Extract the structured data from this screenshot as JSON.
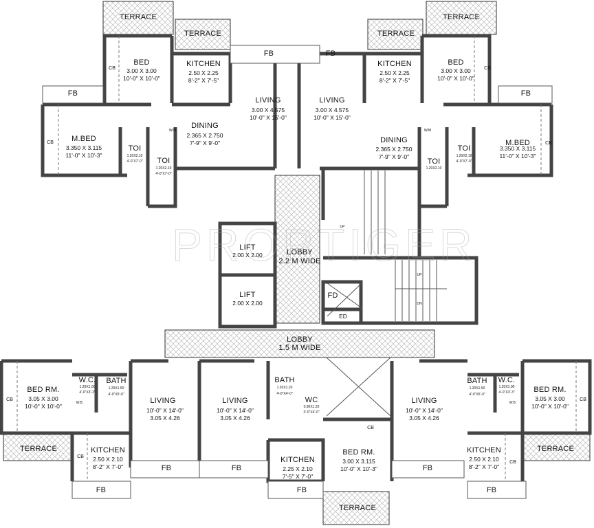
{
  "watermark": "PROPTIGER",
  "top_left_unit": {
    "terrace_1": "TERRACE",
    "terrace_2": "TERRACE",
    "fb_top": "FB",
    "fb_left": "FB",
    "bed": {
      "name": "BED",
      "metric": "3.00 X 3.00",
      "imperial": "10'-0\" X 10'-0\"",
      "cb": "CB"
    },
    "kitchen": {
      "name": "KITCHEN",
      "metric": "2.50 X 2.25",
      "imperial": "8'-2\" X 7'-5\""
    },
    "living": {
      "name": "LIVING",
      "metric": "3.00 X 4.575",
      "imperial": "10'-0\" X 15'-0\""
    },
    "dining": {
      "name": "DINING",
      "metric": "2.365 X 2.750",
      "imperial": "7'-9\" X 9'-0\""
    },
    "mbed": {
      "name": "M.BED",
      "metric": "3.350 X 3.115",
      "imperial": "11'-0\" X 10'-3\"",
      "cb": "CB"
    },
    "toi_1": {
      "name": "TOI",
      "metric": "1.20X2.10",
      "imperial": "4'-0\"X7'-0\""
    },
    "toi_2": {
      "name": "TOI",
      "metric": "1.20X2.10",
      "imperial": "4'-0\"X7'-0\""
    },
    "wm": "W/M"
  },
  "top_right_unit": {
    "terrace_1": "TERRACE",
    "terrace_2": "TERRACE",
    "fb_top": "FB",
    "fb_right": "FB",
    "bed": {
      "name": "BED",
      "metric": "3.00 X 3.00",
      "imperial": "10'-0\" X 10'-0\"",
      "cb": "CB"
    },
    "kitchen": {
      "name": "KITCHEN",
      "metric": "2.50 X 2.25",
      "imperial": "8'-2\" X 7'-5\""
    },
    "living": {
      "name": "LIVING",
      "metric": "3.00 X 4.575",
      "imperial": "10'-0\" X 15'-0\""
    },
    "dining": {
      "name": "DINING",
      "metric": "2.365 X 2.750",
      "imperial": "7'-9\" X 9'-0\""
    },
    "mbed": {
      "name": "M.BED",
      "metric": "3.350 X 3.115",
      "imperial": "11'-0\" X 10'-3\"",
      "cb": "CB"
    },
    "toi_1": {
      "name": "TOI",
      "metric": "1.20X2.10",
      "imperial": "4'-0\"X7'-0\""
    },
    "toi_2": {
      "name": "TOI",
      "metric": "1.20X2.10"
    },
    "wm": "W/M"
  },
  "core": {
    "lift_1": {
      "name": "LIFT",
      "size": "2.00 X 2.00"
    },
    "lift_2": {
      "name": "LIFT",
      "size": "2.00 X 2.00"
    },
    "lobby_vertical": {
      "name": "LOBBY",
      "width": "2.2 M WIDE"
    },
    "lobby_horizontal": {
      "name": "LOBBY",
      "width": "1.5 M WIDE"
    },
    "stair_up_1": "UP",
    "stair_up_2": "UP",
    "stair_dn": "DN",
    "fd": "FD",
    "ed": "ED"
  },
  "bottom_left_unit": {
    "bed": {
      "name": "BED RM.",
      "metric": "3.05 X 3.00",
      "imperial": "10'-0\" X 10'-0\"",
      "cb": "CB"
    },
    "wc": {
      "name": "W.C.",
      "metric": "1.20X1.00",
      "imperial": "4'-0\"X3'-3\""
    },
    "bath": {
      "name": "BATH",
      "metric": "1.20X1.50",
      "imperial": "4'-0\"X5'-0\""
    },
    "wb": "W.B.",
    "living": {
      "name": "LIVING",
      "imperial": "10'-0\" X 14'-0\"",
      "metric": "3.05 X 4.26"
    },
    "terrace": "TERRACE",
    "kitchen": {
      "name": "KITCHEN",
      "metric": "2.50 X 2.10",
      "imperial": "8'-2\" X 7'-0\"",
      "cb": "CB"
    },
    "fb_1": "FB",
    "fb_2": "FB"
  },
  "bottom_center_unit": {
    "living": {
      "name": "LIVING",
      "imperial": "10'-0\" X 14'-0\"",
      "metric": "3.05 X 4.26"
    },
    "bath": {
      "name": "BATH",
      "metric": "1.20X1.20",
      "imperial": "4'-0\"X4'-0\""
    },
    "wc": {
      "name": "WC",
      "metric": "0.90X1.20",
      "imperial": "3'-0\"X4'-0\""
    },
    "cb": "CB",
    "kitchen": {
      "name": "KITCHEN",
      "metric": "2.25 X 2.10",
      "imperial": "7'-5\" X 7'-0\""
    },
    "bed": {
      "name": "BED RM.",
      "metric": "3.00 X 3.115",
      "imperial": "10'-0\" X 10'-3\""
    },
    "fb_1": "FB",
    "fb_2": "FB",
    "terrace": "TERRACE"
  },
  "bottom_right_unit": {
    "living": {
      "name": "LIVING",
      "imperial": "10'-0\" X 14'-0\"",
      "metric": "3.05 X 4.26"
    },
    "bath": {
      "name": "BATH",
      "metric": "1.20X1.50",
      "imperial": "4'-0\"X5'-0\""
    },
    "wc": {
      "name": "W.C.",
      "metric": "1.20X1.00",
      "imperial": "4'-0\"X3'-3\""
    },
    "wb": "W.B.",
    "bed": {
      "name": "BED RM.",
      "metric": "3.05 X 3.00",
      "imperial": "10'-0\" X 10'-0\"",
      "cb": "CB"
    },
    "kitchen": {
      "name": "KITCHEN",
      "metric": "2.50 X 2.10",
      "imperial": "8'-2\" X 7'-0\"",
      "cb": "CB"
    },
    "terrace": "TERRACE",
    "fb_1": "FB",
    "fb_2": "FB"
  }
}
